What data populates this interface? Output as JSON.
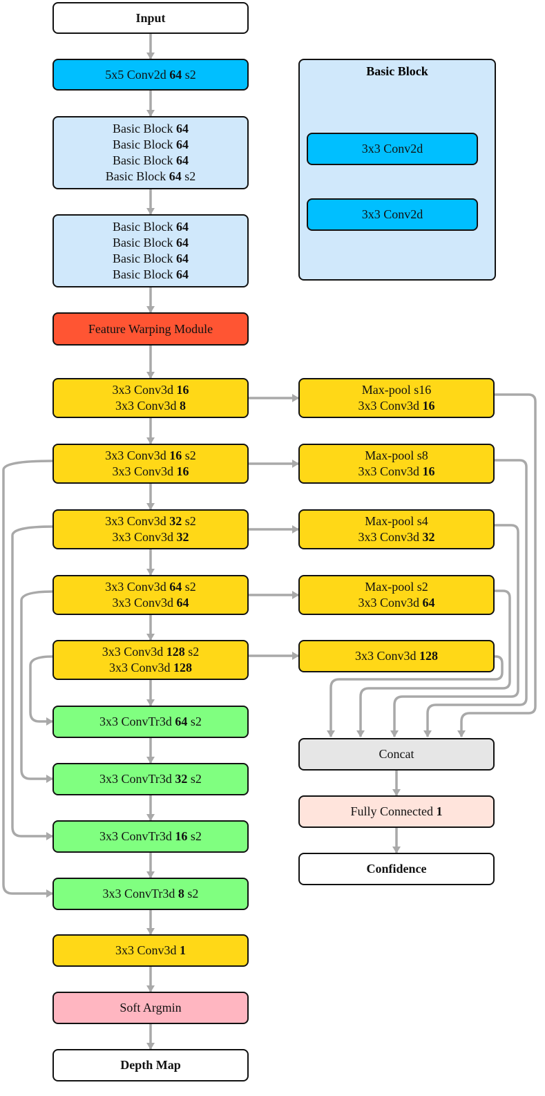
{
  "colors": {
    "white": "#ffffff",
    "conv2d": "#00bfff",
    "basic_block": "#d0e8fb",
    "warp": "#ff5533",
    "conv3d": "#ffd817",
    "convtr3d": "#80ff80",
    "soft_argmin": "#ffb6c1",
    "concat": "#e6e6e6",
    "fully_connected": "#ffe4dc",
    "arrow": "#a9a9a9"
  },
  "nodes": [
    {
      "id": "input",
      "name": "input-node",
      "color": "white",
      "title": "Input"
    },
    {
      "id": "conv2d_5x5",
      "name": "conv2d-5x5-node",
      "color": "conv2d",
      "lines": [
        [
          [
            "5x5 Conv2d ",
            false
          ],
          [
            "64",
            true
          ],
          [
            " s2",
            false
          ]
        ]
      ]
    },
    {
      "id": "bb_group1",
      "name": "basic-block-group-1",
      "color": "basic_block",
      "lines": [
        [
          [
            "Basic Block ",
            false
          ],
          [
            "64",
            true
          ]
        ],
        [
          [
            "Basic Block ",
            false
          ],
          [
            "64",
            true
          ]
        ],
        [
          [
            "Basic Block ",
            false
          ],
          [
            "64",
            true
          ]
        ],
        [
          [
            "Basic Block ",
            false
          ],
          [
            "64",
            true
          ],
          [
            " s2",
            false
          ]
        ]
      ]
    },
    {
      "id": "bb_group2",
      "name": "basic-block-group-2",
      "color": "basic_block",
      "lines": [
        [
          [
            "Basic Block ",
            false
          ],
          [
            "64",
            true
          ]
        ],
        [
          [
            "Basic Block ",
            false
          ],
          [
            "64",
            true
          ]
        ],
        [
          [
            "Basic Block ",
            false
          ],
          [
            "64",
            true
          ]
        ],
        [
          [
            "Basic Block ",
            false
          ],
          [
            "64",
            true
          ]
        ]
      ]
    },
    {
      "id": "fwm",
      "name": "feature-warping-module",
      "color": "warp",
      "lines": [
        [
          [
            "Feature Warping Module",
            false
          ]
        ]
      ]
    },
    {
      "id": "c3d_a",
      "name": "conv3d-block-16-8",
      "color": "conv3d",
      "lines": [
        [
          [
            "3x3 Conv3d ",
            false
          ],
          [
            "16",
            true
          ]
        ],
        [
          [
            "3x3 Conv3d ",
            false
          ],
          [
            "8",
            true
          ]
        ]
      ]
    },
    {
      "id": "c3d_b",
      "name": "conv3d-block-16-s2",
      "color": "conv3d",
      "lines": [
        [
          [
            "3x3 Conv3d ",
            false
          ],
          [
            "16",
            true
          ],
          [
            " s2",
            false
          ]
        ],
        [
          [
            "3x3 Conv3d ",
            false
          ],
          [
            "16",
            true
          ]
        ]
      ]
    },
    {
      "id": "c3d_c",
      "name": "conv3d-block-32-s2",
      "color": "conv3d",
      "lines": [
        [
          [
            "3x3 Conv3d ",
            false
          ],
          [
            "32",
            true
          ],
          [
            " s2",
            false
          ]
        ],
        [
          [
            "3x3 Conv3d ",
            false
          ],
          [
            "32",
            true
          ]
        ]
      ]
    },
    {
      "id": "c3d_d",
      "name": "conv3d-block-64-s2",
      "color": "conv3d",
      "lines": [
        [
          [
            "3x3 Conv3d ",
            false
          ],
          [
            "64",
            true
          ],
          [
            " s2",
            false
          ]
        ],
        [
          [
            "3x3 Conv3d ",
            false
          ],
          [
            "64",
            true
          ]
        ]
      ]
    },
    {
      "id": "c3d_e",
      "name": "conv3d-block-128-s2",
      "color": "conv3d",
      "lines": [
        [
          [
            "3x3 Conv3d ",
            false
          ],
          [
            "128",
            true
          ],
          [
            " s2",
            false
          ]
        ],
        [
          [
            "3x3 Conv3d ",
            false
          ],
          [
            "128",
            true
          ]
        ]
      ]
    },
    {
      "id": "ctr_64",
      "name": "convtr3d-64-s2",
      "color": "convtr3d",
      "lines": [
        [
          [
            "3x3 ConvTr3d ",
            false
          ],
          [
            "64",
            true
          ],
          [
            " s2",
            false
          ]
        ]
      ]
    },
    {
      "id": "ctr_32",
      "name": "convtr3d-32-s2",
      "color": "convtr3d",
      "lines": [
        [
          [
            "3x3 ConvTr3d ",
            false
          ],
          [
            "32",
            true
          ],
          [
            " s2",
            false
          ]
        ]
      ]
    },
    {
      "id": "ctr_16",
      "name": "convtr3d-16-s2",
      "color": "convtr3d",
      "lines": [
        [
          [
            "3x3 ConvTr3d ",
            false
          ],
          [
            "16",
            true
          ],
          [
            " s2",
            false
          ]
        ]
      ]
    },
    {
      "id": "ctr_8",
      "name": "convtr3d-8-s2",
      "color": "convtr3d",
      "lines": [
        [
          [
            "3x3 ConvTr3d ",
            false
          ],
          [
            "8",
            true
          ],
          [
            " s2",
            false
          ]
        ]
      ]
    },
    {
      "id": "c3d_1",
      "name": "conv3d-1-node",
      "color": "conv3d",
      "lines": [
        [
          [
            "3x3 Conv3d ",
            false
          ],
          [
            "1",
            true
          ]
        ]
      ]
    },
    {
      "id": "soft_argmin",
      "name": "soft-argmin-node",
      "color": "soft_argmin",
      "lines": [
        [
          [
            "Soft Argmin",
            false
          ]
        ]
      ]
    },
    {
      "id": "depth_map",
      "name": "depth-map-node",
      "color": "white",
      "title": "Depth Map"
    },
    {
      "id": "mp_16",
      "name": "max-pool-s16-node",
      "color": "conv3d",
      "lines": [
        [
          [
            "Max-pool s16",
            false
          ]
        ],
        [
          [
            "3x3 Conv3d ",
            false
          ],
          [
            "16",
            true
          ]
        ]
      ]
    },
    {
      "id": "mp_8",
      "name": "max-pool-s8-node",
      "color": "conv3d",
      "lines": [
        [
          [
            "Max-pool s8",
            false
          ]
        ],
        [
          [
            "3x3 Conv3d ",
            false
          ],
          [
            "16",
            true
          ]
        ]
      ]
    },
    {
      "id": "mp_4",
      "name": "max-pool-s4-node",
      "color": "conv3d",
      "lines": [
        [
          [
            "Max-pool s4",
            false
          ]
        ],
        [
          [
            "3x3 Conv3d ",
            false
          ],
          [
            "32",
            true
          ]
        ]
      ]
    },
    {
      "id": "mp_2",
      "name": "max-pool-s2-node",
      "color": "conv3d",
      "lines": [
        [
          [
            "Max-pool s2",
            false
          ]
        ],
        [
          [
            "3x3 Conv3d ",
            false
          ],
          [
            "64",
            true
          ]
        ]
      ]
    },
    {
      "id": "c3d_128_side",
      "name": "conv3d-128-side-node",
      "color": "conv3d",
      "lines": [
        [
          [
            "3x3 Conv3d ",
            false
          ],
          [
            "128",
            true
          ]
        ]
      ]
    },
    {
      "id": "concat",
      "name": "concat-node",
      "color": "concat",
      "lines": [
        [
          [
            "Concat",
            false
          ]
        ]
      ]
    },
    {
      "id": "fc",
      "name": "fully-connected-node",
      "color": "fully_connected",
      "lines": [
        [
          [
            "Fully Connected ",
            false
          ],
          [
            "1",
            true
          ]
        ]
      ]
    },
    {
      "id": "confidence",
      "name": "confidence-node",
      "color": "white",
      "title": "Confidence"
    },
    {
      "id": "bb_conv_top",
      "name": "basic-block-conv2d-top",
      "color": "conv2d",
      "lines": [
        [
          [
            "3x3 Conv2d",
            false
          ]
        ]
      ]
    },
    {
      "id": "bb_conv_bottom",
      "name": "basic-block-conv2d-bottom",
      "color": "conv2d",
      "lines": [
        [
          [
            "3x3 Conv2d",
            false
          ]
        ]
      ]
    }
  ],
  "basic_block_panel": {
    "title": "Basic Block"
  }
}
